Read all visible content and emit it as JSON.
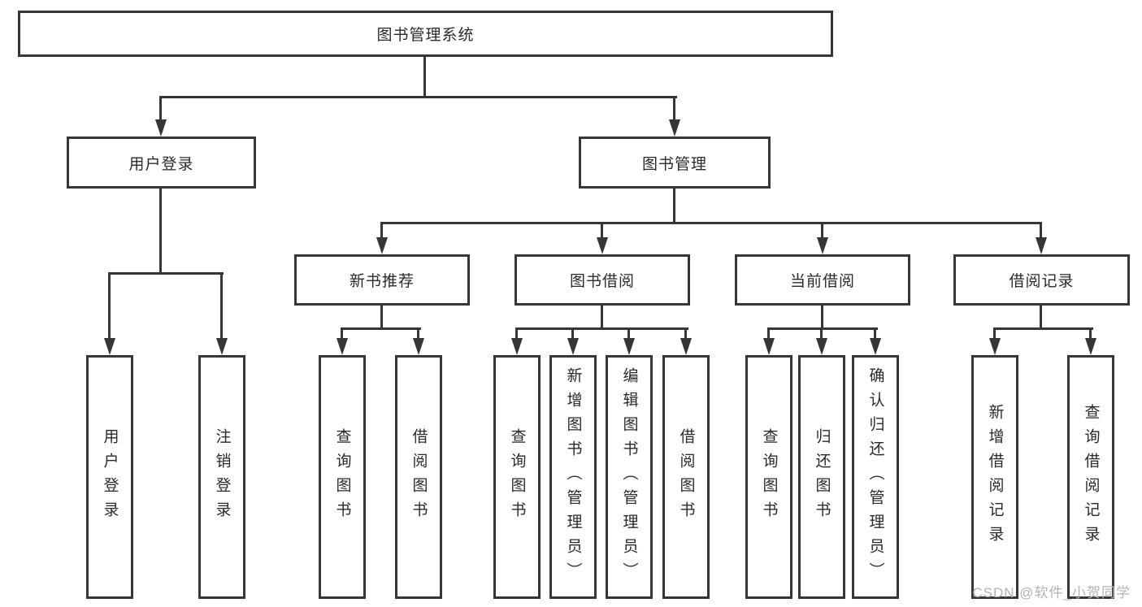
{
  "diagram_title": "图书管理系统",
  "tree": {
    "root": {
      "label": "图书管理系统"
    },
    "branches": [
      {
        "label": "用户登录",
        "leaves": [
          {
            "label": "用户登录"
          },
          {
            "label": "注销登录"
          }
        ]
      },
      {
        "label": "图书管理",
        "groups": [
          {
            "label": "新书推荐",
            "leaves": [
              {
                "label": "查询图书"
              },
              {
                "label": "借阅图书"
              }
            ]
          },
          {
            "label": "图书借阅",
            "leaves": [
              {
                "label": "查询图书"
              },
              {
                "label": "新增图书（管理员）"
              },
              {
                "label": "编辑图书（管理员）"
              },
              {
                "label": "借阅图书"
              }
            ]
          },
          {
            "label": "当前借阅",
            "leaves": [
              {
                "label": "查询图书"
              },
              {
                "label": "归还图书"
              },
              {
                "label": "确认归还（管理员）"
              }
            ]
          },
          {
            "label": "借阅记录",
            "leaves": [
              {
                "label": "新增借阅记录"
              },
              {
                "label": "查询借阅记录"
              }
            ]
          }
        ]
      }
    ]
  },
  "watermark": {
    "text": "CSDN @软件_小贺同学",
    "color": "#b3b3b3"
  },
  "colors": {
    "line": "#363636",
    "box_border": "#363636",
    "text": "#2a2a2a",
    "background": "#ffffff"
  }
}
